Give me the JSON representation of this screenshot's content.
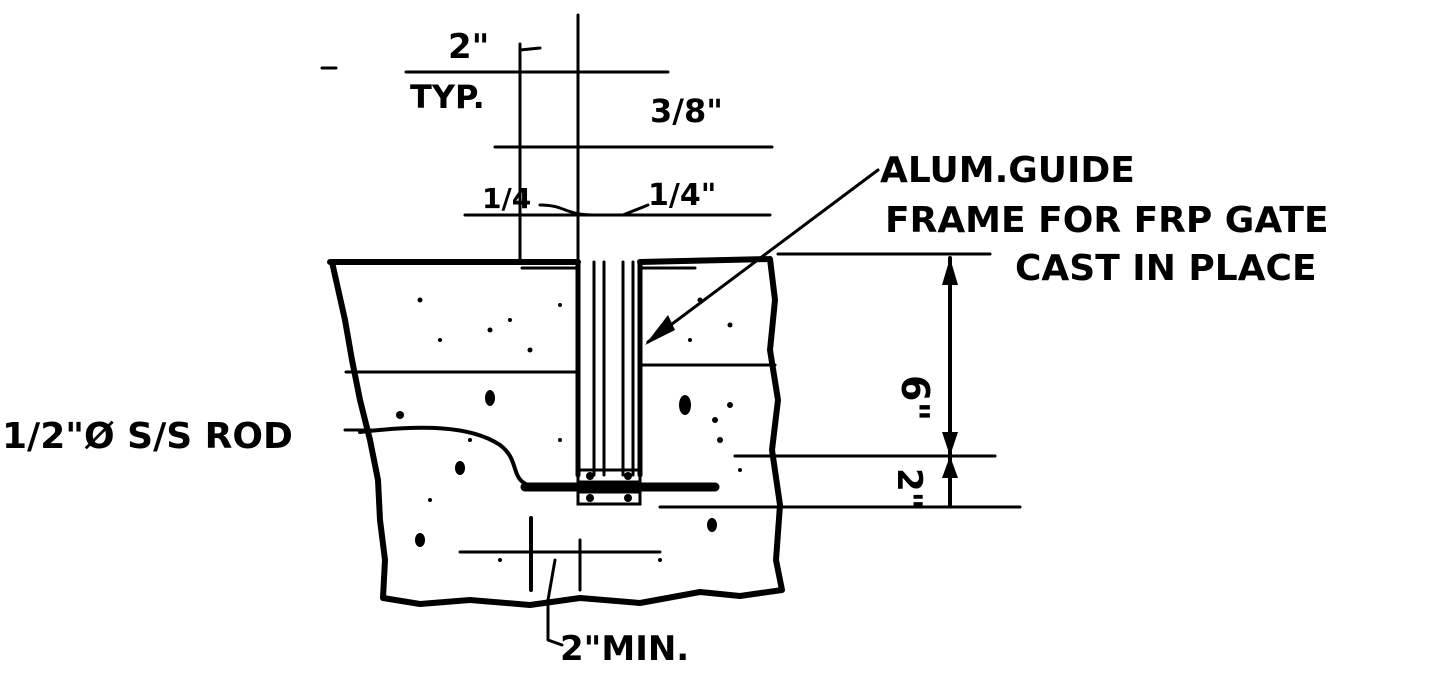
{
  "labels": {
    "typ_spacing": "2\"",
    "typ": "TYP.",
    "rod_gap": "3/8\"",
    "left_quarter": "1/4",
    "right_quarter": "1/4\"",
    "callout_line1": "ALUM.GUIDE",
    "callout_line2": "FRAME FOR FRP GATE",
    "callout_line3": "CAST IN PLACE",
    "rod": "1/2\"Ø S/S ROD",
    "min_spacing": "2\"MIN.",
    "dim_upper": "6\"",
    "dim_lower": "2\""
  }
}
